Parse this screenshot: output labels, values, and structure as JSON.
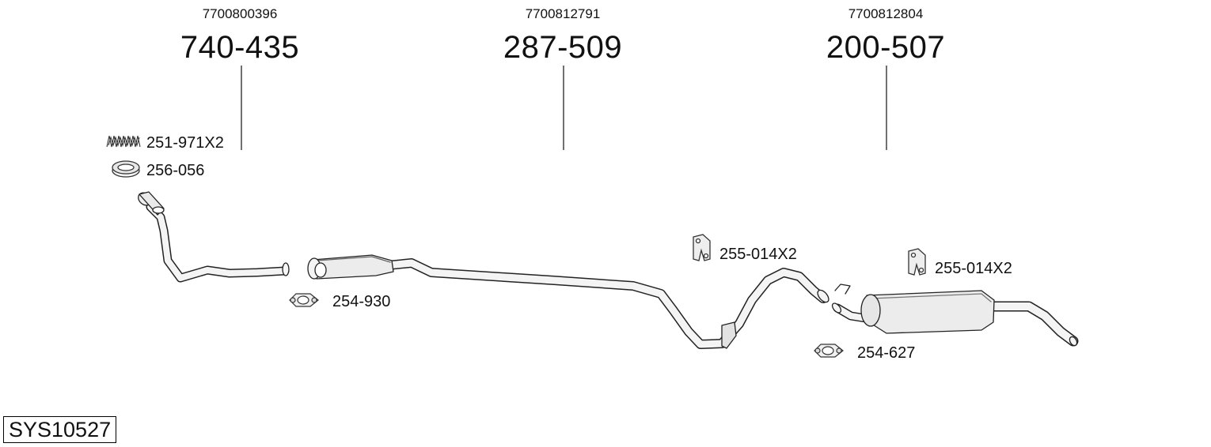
{
  "assemblies": [
    {
      "oem": "7700800396",
      "part": "740-435"
    },
    {
      "oem": "7700812791",
      "part": "287-509"
    },
    {
      "oem": "7700812804",
      "part": "200-507"
    }
  ],
  "labels": {
    "spring": "251-971X2",
    "gasket": "256-056",
    "clamp_front": "254-930",
    "hanger_middle": "255-014X2",
    "hanger_rear": "255-014X2",
    "clamp_rear": "254-627"
  },
  "system_code": "SYS10527"
}
